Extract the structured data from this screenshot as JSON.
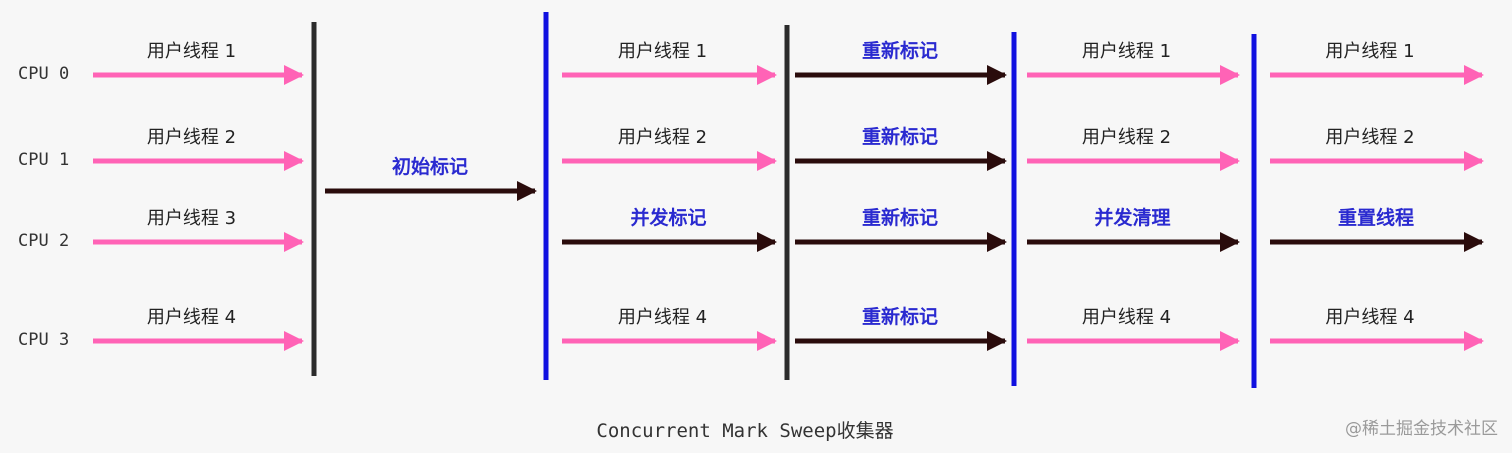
{
  "colors": {
    "background": "#f7f7f7",
    "user_thread_arrow": "#ff63b6",
    "gc_arrow": "#2a0c0c",
    "stw_barrier": "#2b2b2b",
    "concurrent_barrier": "#1010e0",
    "phase_text": "#2a2ad0",
    "label_text": "#222222"
  },
  "cpus": [
    "CPU 0",
    "CPU 1",
    "CPU 2",
    "CPU 3"
  ],
  "segments": [
    {
      "id": "seg1",
      "arrows": [
        {
          "kind": "user",
          "label": "用户线程 1"
        },
        {
          "kind": "user",
          "label": "用户线程 2"
        },
        {
          "kind": "user",
          "label": "用户线程 3"
        },
        {
          "kind": "user",
          "label": "用户线程 4"
        }
      ]
    },
    {
      "id": "seg2",
      "arrows": [
        {
          "kind": "gc",
          "label": "初始标记"
        }
      ]
    },
    {
      "id": "seg3",
      "arrows": [
        {
          "kind": "user",
          "label": "用户线程 1"
        },
        {
          "kind": "user",
          "label": "用户线程 2"
        },
        {
          "kind": "gc",
          "label": "并发标记"
        },
        {
          "kind": "user",
          "label": "用户线程 4"
        }
      ]
    },
    {
      "id": "seg4",
      "arrows": [
        {
          "kind": "gc",
          "label": "重新标记"
        },
        {
          "kind": "gc",
          "label": "重新标记"
        },
        {
          "kind": "gc",
          "label": "重新标记"
        },
        {
          "kind": "gc",
          "label": "重新标记"
        }
      ]
    },
    {
      "id": "seg5",
      "arrows": [
        {
          "kind": "user",
          "label": "用户线程 1"
        },
        {
          "kind": "user",
          "label": "用户线程 2"
        },
        {
          "kind": "gc",
          "label": "并发清理"
        },
        {
          "kind": "user",
          "label": "用户线程 4"
        }
      ]
    },
    {
      "id": "seg6",
      "arrows": [
        {
          "kind": "user",
          "label": "用户线程 1"
        },
        {
          "kind": "user",
          "label": "用户线程 2"
        },
        {
          "kind": "gc",
          "label": "重置线程"
        },
        {
          "kind": "user",
          "label": "用户线程 4"
        }
      ]
    }
  ],
  "barriers": [
    {
      "kind": "stw"
    },
    {
      "kind": "concurrent"
    },
    {
      "kind": "stw"
    },
    {
      "kind": "concurrent"
    },
    {
      "kind": "concurrent"
    }
  ],
  "caption": "Concurrent Mark Sweep收集器",
  "watermark": "@稀土掘金技术社区"
}
